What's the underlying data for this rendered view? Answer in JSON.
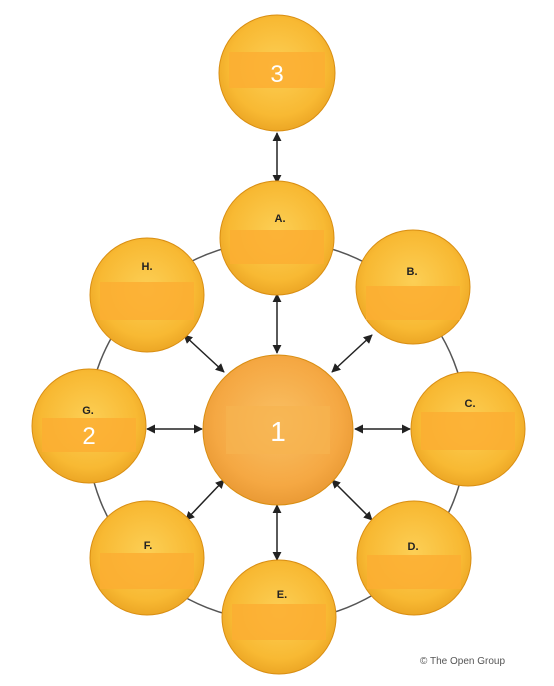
{
  "diagram": {
    "center": {
      "number": "1"
    },
    "top": {
      "number": "3"
    },
    "nodes": [
      {
        "id": "A",
        "letter": "A.",
        "number": ""
      },
      {
        "id": "B",
        "letter": "B.",
        "number": ""
      },
      {
        "id": "C",
        "letter": "C.",
        "number": ""
      },
      {
        "id": "D",
        "letter": "D.",
        "number": ""
      },
      {
        "id": "E",
        "letter": "E.",
        "number": ""
      },
      {
        "id": "F",
        "letter": "F.",
        "number": ""
      },
      {
        "id": "G",
        "letter": "G.",
        "number": "2"
      },
      {
        "id": "H",
        "letter": "H.",
        "number": ""
      }
    ],
    "copyright": "© The Open Group",
    "colors": {
      "circle_fill": "#f8b933",
      "circle_edge": "#d98e12",
      "center_fill": "#f5a843",
      "label_band": "#fbae32",
      "ring": "#555555",
      "arrow": "#222222"
    }
  }
}
